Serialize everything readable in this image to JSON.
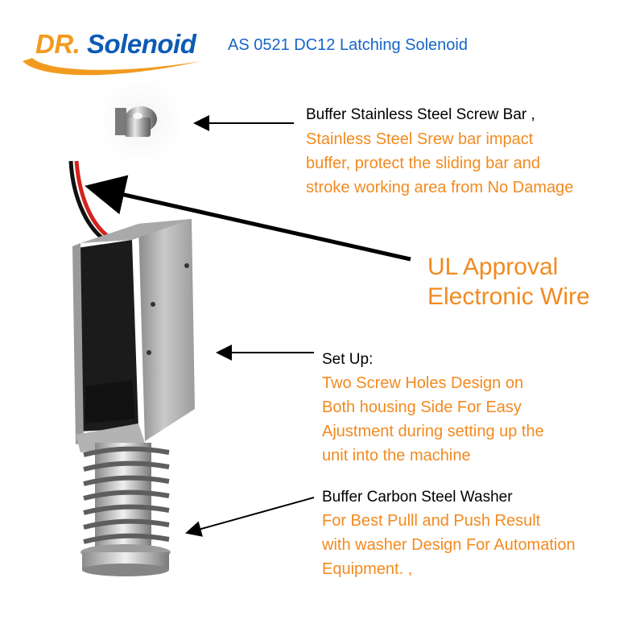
{
  "header": {
    "logo_dr": "DR.",
    "logo_brand": "Solenoid",
    "product_title": "AS 0521 DC12 Latching Solenoid"
  },
  "callouts": {
    "screw_bar": {
      "title": "Buffer Stainless Steel Screw Bar ,",
      "body": "Stainless Steel Srew bar impact\nbuffer, protect the sliding bar and\nstroke working area from No Damage"
    },
    "wire": {
      "line1": "UL Approval",
      "line2": "Electronic Wire"
    },
    "setup": {
      "title": "Set Up:",
      "body": " Two Screw Holes Design on\n Both housing Side For Easy\nAjustment during setting up the\n unit into the machine"
    },
    "washer": {
      "title": "Buffer Carbon Steel Washer",
      "body": " For Best Pulll and Push Result\n with washer Design For Automation\n Equipment. ,"
    }
  },
  "colors": {
    "brand_orange": "#f29a1f",
    "brand_blue": "#0b5bb5",
    "title_blue": "#1565c8",
    "callout_orange": "#f28a1f"
  }
}
